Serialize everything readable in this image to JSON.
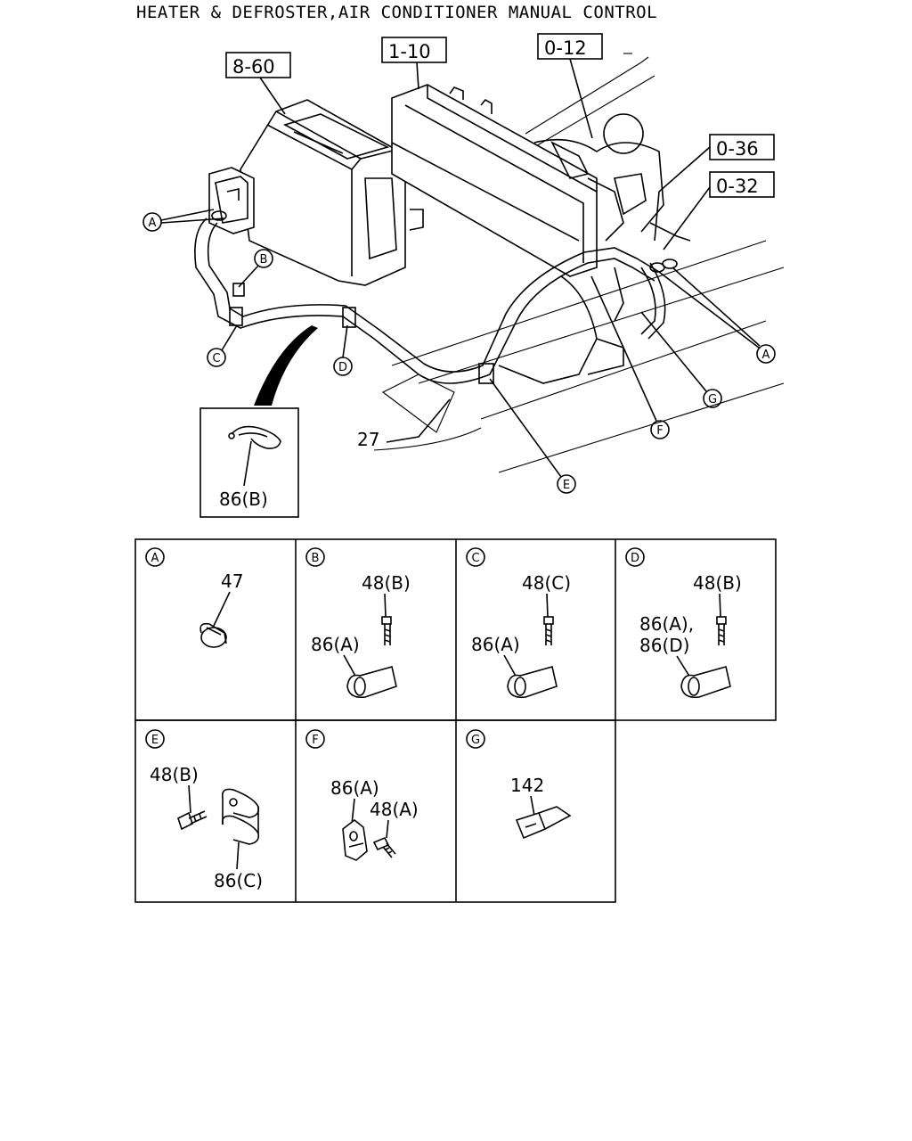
{
  "title": "HEATER & DEFROSTER,AIR CONDITIONER MANUAL CONTROL",
  "ref_boxes": [
    "8-60",
    "1-10",
    "0-12",
    "0-36",
    "0-32"
  ],
  "callouts": {
    "A_left": "A",
    "B": "B",
    "C": "C",
    "D": "D",
    "E": "E",
    "F": "F",
    "G": "G",
    "A_right": "A"
  },
  "part_labels": {
    "hose": "27",
    "inset_clip": "86(B)"
  },
  "detail_panels": [
    {
      "letter": "A",
      "labels": [
        "47"
      ]
    },
    {
      "letter": "B",
      "labels": [
        "48(B)",
        "86(A)"
      ]
    },
    {
      "letter": "C",
      "labels": [
        "48(C)",
        "86(A)"
      ]
    },
    {
      "letter": "D",
      "labels": [
        "48(B)",
        "86(A),",
        "86(D)"
      ]
    },
    {
      "letter": "E",
      "labels": [
        "48(B)",
        "86(C)"
      ]
    },
    {
      "letter": "F",
      "labels": [
        "86(A)",
        "48(A)"
      ]
    },
    {
      "letter": "G",
      "labels": [
        "142"
      ]
    }
  ]
}
